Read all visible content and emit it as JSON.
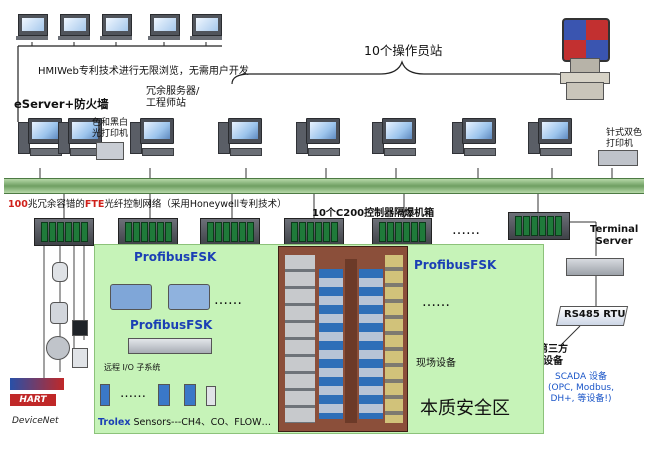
{
  "top": {
    "hmiweb_text": "HMIWeb专利技术进行无限浏览，无需用户开发",
    "eserver_label": "eServer+防火墙",
    "redundant_server_label": "冗余服务器/\n工程师站",
    "color_printer_label": "色和黑白\n光打印机",
    "operator_stations_label": "10个操作员站",
    "dot_printer_label": "针式双色\n打印机"
  },
  "network": {
    "fte_label_prefix": "100",
    "fte_label_mid": "兆冗余容错的",
    "fte_label_fte": "FTE",
    "fte_label_suffix": "光纤控制网络（采用Honeywell专利技术）",
    "controller_label": "10个C200控制器隔爆机箱",
    "terminal_server_label": "Terminal\nServer",
    "rs485_label": "RS485 RTU",
    "third_party_label": "第三方\n设备",
    "scada_label": "SCADA 设备\n(OPC, Modbus,\nDH+, 等设备!)"
  },
  "zone": {
    "profibus1": "ProfibusFSK",
    "profibus2": "ProfibusFSK",
    "profibus3": "ProfibusFSK",
    "dots1": "……",
    "dots2": "……",
    "dots3": "……",
    "dots4": "……",
    "remote_io": "远程 I/O  子系统",
    "sensors_prefix": "Trolex",
    "sensors_suffix": " Sensors---CH4、CO、FLOW…",
    "field_device": "现场设备",
    "intrinsic_safety": "本质安全区"
  },
  "left": {
    "hart_logo": "HART",
    "devicenet_logo": "DeviceNet"
  },
  "colors": {
    "zone_green": "#c6f3b8",
    "network_band": "#8dbb7f",
    "profibus_blue": "#1b3fb5",
    "scada_blue": "#1b56c8"
  }
}
